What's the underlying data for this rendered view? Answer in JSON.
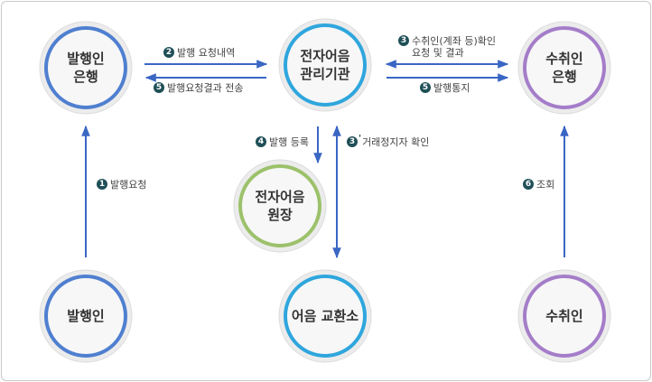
{
  "nodes": {
    "issuer_bank": {
      "label": "발행인\n은행",
      "color": "#4f7fd0"
    },
    "central": {
      "label": "전자어음\n관리기관",
      "color": "#2fa6dd"
    },
    "payee_bank": {
      "label": "수취인\n은행",
      "color": "#a47dc9"
    },
    "ledger": {
      "label": "전자어음\n원장",
      "color": "#9cc16b"
    },
    "issuer": {
      "label": "발행인",
      "color": "#4f7fd0"
    },
    "clearing": {
      "label": "어음 교환소",
      "color": "#2fa6dd"
    },
    "payee": {
      "label": "수취인",
      "color": "#a47dc9"
    }
  },
  "steps": [
    {
      "num": "2",
      "text": "발행 요청내역"
    },
    {
      "num": "5",
      "text": "발행요청결과 전송"
    },
    {
      "num": "3",
      "text": "수취인(계좌 등)확인\n요청 및 결과"
    },
    {
      "num": "5",
      "text": "발행통지"
    },
    {
      "num": "4",
      "text": "발행 등록"
    },
    {
      "num": "3",
      "prime": "'",
      "text": "거래정지자 확인"
    },
    {
      "num": "1",
      "text": "발행요청"
    },
    {
      "num": "6",
      "text": "조회"
    }
  ],
  "arrow_color": "#3a66c4"
}
